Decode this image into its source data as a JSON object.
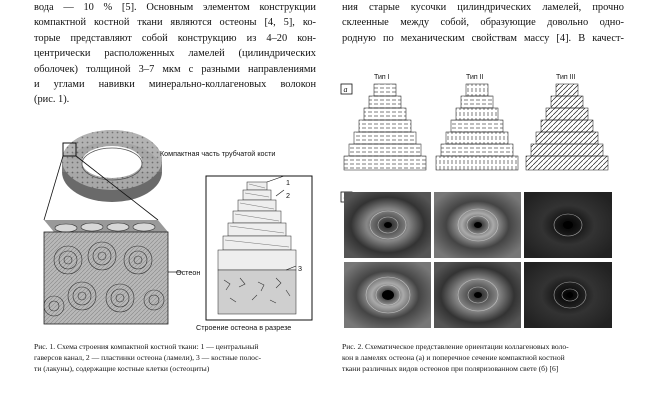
{
  "left_text": {
    "lines": [
      "вода — 10 % [5]. Основным элементом конструкции",
      "компактной костной ткани являются остеоны [4, 5], ко-",
      "торые представляют собой конструкцию из 4–20 кон-",
      "центрически расположенных ламелей (цилиндрических",
      "оболочек) толщиной 3–7 мкм с разными направлениями",
      "и углами навивки минерально-коллагеновых волокон",
      "(рис. 1)."
    ]
  },
  "right_text": {
    "lines": [
      "ния старые кусочки цилиндрических ламелей, прочно",
      "склеенные между собой, образующие довольно одно-",
      "родную по механическим свойствам массу [4]. В качест-"
    ]
  },
  "figure1": {
    "label_compact": "Компактная часть трубчатой кости",
    "label_osteon": "Остеон",
    "label_section": "Строение остеона в разрезе",
    "num1": "1",
    "num2": "2",
    "num3": "3",
    "caption_lines": [
      "Рис. 1. Схема строения компактной костной ткани: 1 — центральный",
      "гаверсов канал, 2 — пластинки остеона (ламели), 3 — костные полос-",
      "ти (лакуны), содержащие костные клетки (остеоциты)"
    ]
  },
  "figure2": {
    "panel_a": "а",
    "panel_b": "б",
    "type1": "Тип I",
    "type2": "Тип II",
    "type3": "Тип III",
    "caption_lines": [
      "Рис. 2. Схематическое представление ориентации коллагеновых воло-",
      "кон в ламелях остеона (а) и поперечное сечение компактной костной",
      "ткани различных видов остеонов при поляризованном свете (б) [6]"
    ]
  }
}
